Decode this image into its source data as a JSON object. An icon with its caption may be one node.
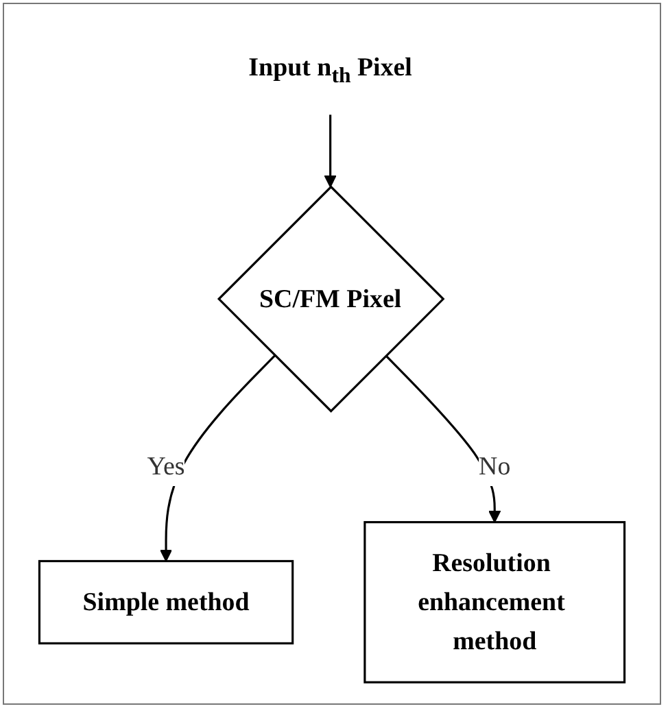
{
  "diagram": {
    "nodes": [
      {
        "text": [
          "Input n$_{th}$ Pixel"
        ]
      },
      {
        "text": [
          "SC/FM Pixel"
        ]
      },
      {
        "text": [
          "Simple method"
        ]
      },
      {
        "text": [
          "Resolution enhancement method"
        ]
      }
    ],
    "edges": [
      {
        "from": 0,
        "to": 1,
        "arrow": "to"
      },
      {
        "from": 1,
        "to": 2,
        "arrow": "to",
        "label": "Yes"
      },
      {
        "from": 1,
        "to": 3,
        "arrow": "to",
        "label": "No"
      }
    ]
  }
}
